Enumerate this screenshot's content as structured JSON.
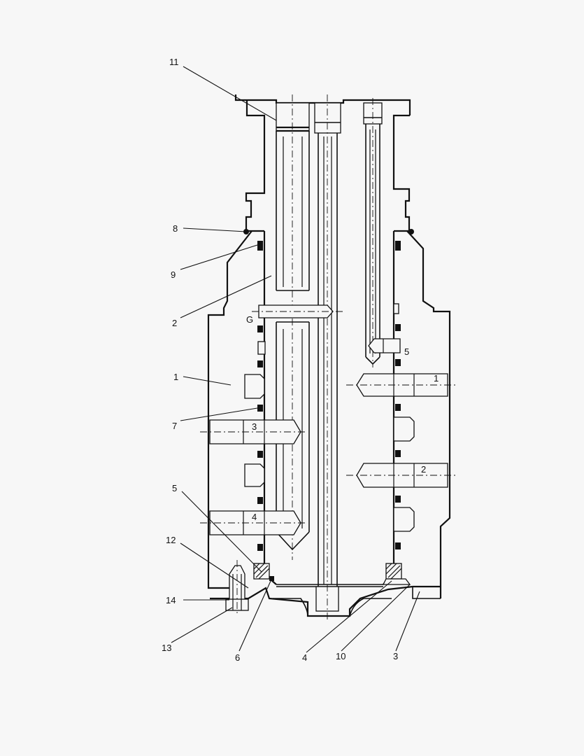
{
  "diagram": {
    "part_labels": {
      "p11": "11",
      "p8": "8",
      "p9": "9",
      "p2": "2",
      "pG": "G",
      "p1": "1",
      "p7": "7",
      "p5_left": "5",
      "p12": "12",
      "p14": "14",
      "p13": "13",
      "p6": "6",
      "p4": "4",
      "p10": "10",
      "p3": "3",
      "p5_right": "5"
    },
    "plug_labels": {
      "plug1": "1",
      "plug2": "2",
      "plug3": "3",
      "plug4": "4"
    }
  }
}
